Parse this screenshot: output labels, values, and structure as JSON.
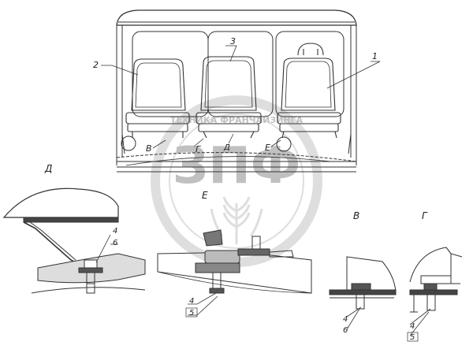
{
  "callouts": {
    "c1": "1",
    "c2": "2",
    "c3": "3",
    "c4_d": "4",
    "c6_d": "6",
    "c4_e": "4",
    "c5_e": "5",
    "c4_v": "4",
    "c6_v": "6",
    "c4_g": "4",
    "c5_g": "5"
  },
  "view_labels": {
    "d_title": "Д",
    "e_title": "Е",
    "v_title": "В",
    "g_title": "Г",
    "v_ref": "В",
    "g_ref": "Г",
    "d_ref": "Д",
    "e_ref": "Е"
  },
  "watermark": {
    "logo_letters": "ЗПФ",
    "text": "ТЕХНИКА ФРАНЧАЙЗИНГА"
  }
}
